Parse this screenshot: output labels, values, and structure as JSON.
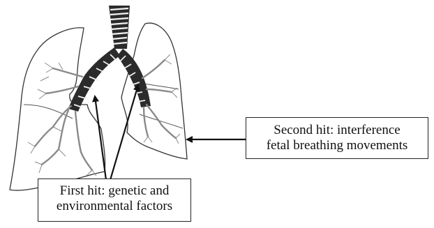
{
  "annotations": {
    "second_hit": {
      "line1": "Second hit: interference",
      "line2": "fetal breathing movements"
    },
    "first_hit": {
      "line1": "First hit: genetic and",
      "line2": "environmental factors"
    }
  },
  "colors": {
    "airway": "#2b2b2b",
    "cartilage": "#f2f2f2",
    "outline": "#333333",
    "bronchiole": "#8a8a8a",
    "arrow": "#111111"
  },
  "icons": {
    "trachea": "trachea-icon",
    "left_lung": "left-lung-icon",
    "right_lung": "right-lung-icon"
  }
}
